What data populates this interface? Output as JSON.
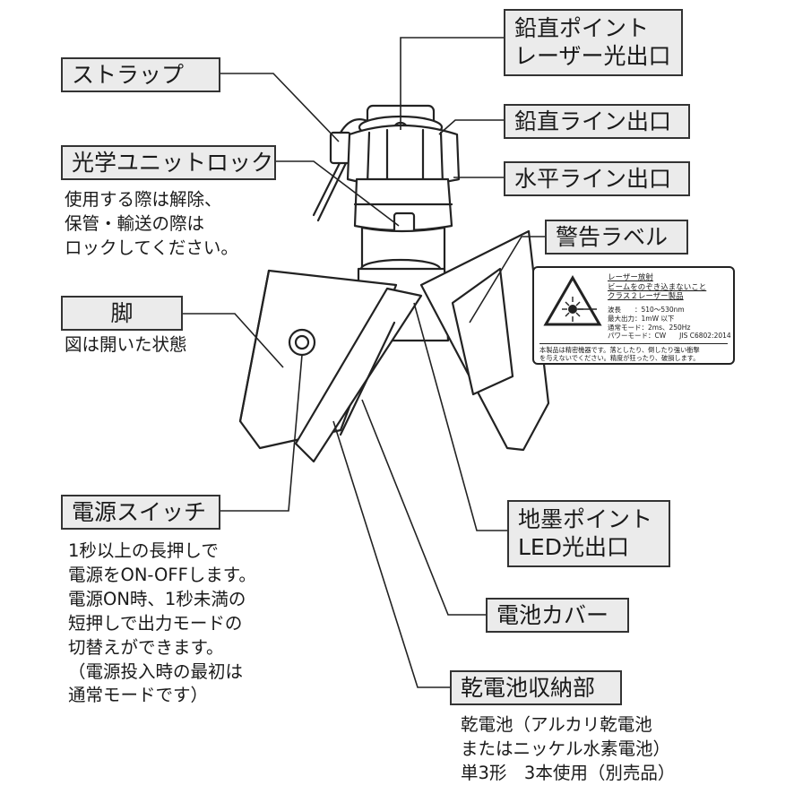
{
  "labels": {
    "vertical_point": [
      "鉛直ポイント",
      "レーザー光出口"
    ],
    "strap": "ストラップ",
    "vertical_line": "鉛直ライン出口",
    "optical_lock": "光学ユニットロック",
    "horizontal_line": "水平ライン出口",
    "warning_label": "警告ラベル",
    "leg": "脚",
    "power_switch": "電源スイッチ",
    "floor_point": [
      "地墨ポイント",
      "LED光出口"
    ],
    "battery_cover": "電池カバー",
    "battery_compartment": "乾電池収納部"
  },
  "descriptions": {
    "optical_lock": [
      "使用する際は解除、",
      "保管・輸送の際は",
      "ロックしてください。"
    ],
    "leg": [
      "図は開いた状態"
    ],
    "power_switch": [
      "1秒以上の長押しで",
      "電源をON-OFFします。",
      "電源ON時、1秒未満の",
      "短押しで出力モードの",
      "切替えができます。",
      "（電源投入時の最初は",
      "通常モードです）"
    ],
    "battery_compartment": [
      "乾電池（アルカリ乾電池",
      "またはニッケル水素電池）",
      "単3形　3本使用（別売品）"
    ]
  },
  "warning_sticker": {
    "title_lines": [
      "レーザー放射",
      "ビームをのぞき込まないこと",
      "クラス２レーザー製品"
    ],
    "spec_lines": [
      "波長　　：510～530nm",
      "最大出力：1mW 以下",
      "通常モード：2ms、250Hz",
      "パワーモード：CW　　JIS C6802:2014"
    ],
    "notice_lines": [
      "本製品は精密機器です。落としたり、倒したり強い衝撃",
      "を与えないでください。精度が狂ったり、破損します。"
    ]
  },
  "colors": {
    "line": "#222222",
    "label_bg": "#ebebeb",
    "device_fill": "#ffffff",
    "shade": "#d9d9d9"
  }
}
